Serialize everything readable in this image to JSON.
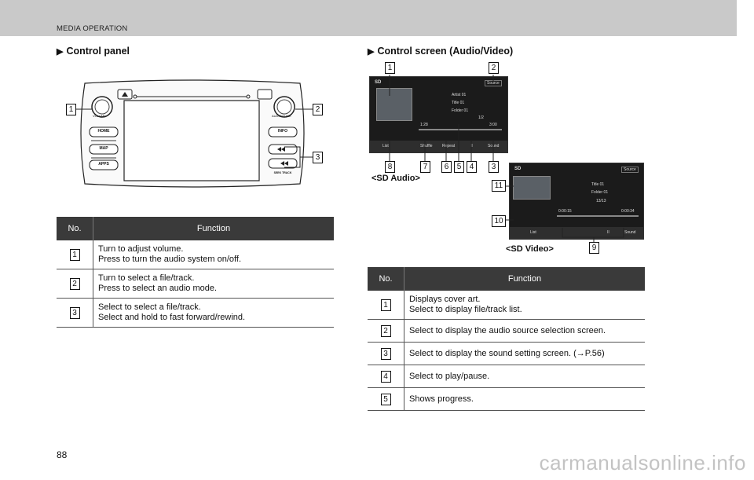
{
  "header": {
    "title": "MEDIA OPERATION"
  },
  "left_section": {
    "title": "Control panel"
  },
  "right_section": {
    "title": "Control screen (Audio/Video)"
  },
  "device": {
    "volume_label": "VOLUME",
    "audio_tune_label": "AUDIO/TUNE",
    "buttons": {
      "home": "HOME",
      "map": "MAP",
      "apps": "APPS",
      "info": "INFO",
      "seek_track": "SEEK TRACK"
    }
  },
  "left_callouts": [
    "1",
    "2",
    "3"
  ],
  "left_table": {
    "col_no": "No.",
    "col_function": "Function",
    "rows": [
      {
        "no": "1",
        "line1": "Turn to adjust volume.",
        "line2": "Press to turn the audio system on/off."
      },
      {
        "no": "2",
        "line1": "Turn to select a file/track.",
        "line2": "Press to select an audio mode."
      },
      {
        "no": "3",
        "line1": "Select to select a file/track.",
        "line2": "Select and hold to fast forward/rewind."
      }
    ]
  },
  "audio_screen": {
    "caption": "<SD Audio>",
    "src_label": "SD",
    "source_button": "Source",
    "artist": "Artist 01",
    "title": "Title 01",
    "folder": "Folder 01",
    "track_count": "1/2",
    "time_elapsed": "1:28",
    "time_total": "3:00",
    "buttons": {
      "list": "List",
      "shuffle": "Shuffle",
      "repeat": "Repeat",
      "pause": "II",
      "sound": "Sound"
    },
    "callouts": [
      "1",
      "2",
      "8",
      "7",
      "6",
      "5",
      "4",
      "3"
    ]
  },
  "video_screen": {
    "caption": "<SD Video>",
    "src_label": "SD",
    "source_button": "Source",
    "title": "Title 01",
    "folder": "Folder 01",
    "track_count": "13/13",
    "time_elapsed": "0:00:15",
    "time_total": "0:00:34",
    "buttons": {
      "list": "List",
      "pause": "II",
      "sound": "Sound"
    },
    "callouts": [
      "11",
      "10",
      "9"
    ]
  },
  "right_table": {
    "col_no": "No.",
    "col_function": "Function",
    "rows": [
      {
        "no": "1",
        "line1": "Displays cover art.",
        "line2": "Select to display file/track list."
      },
      {
        "no": "2",
        "line1": "Select to display the audio source selection screen.",
        "line2": ""
      },
      {
        "no": "3",
        "line1": "Select to display the sound setting screen. (→P.56)",
        "line2": ""
      },
      {
        "no": "4",
        "line1": "Select to play/pause.",
        "line2": ""
      },
      {
        "no": "5",
        "line1": "Shows progress.",
        "line2": ""
      }
    ]
  },
  "page_number": "88",
  "watermark": "carmanualsonline.info"
}
